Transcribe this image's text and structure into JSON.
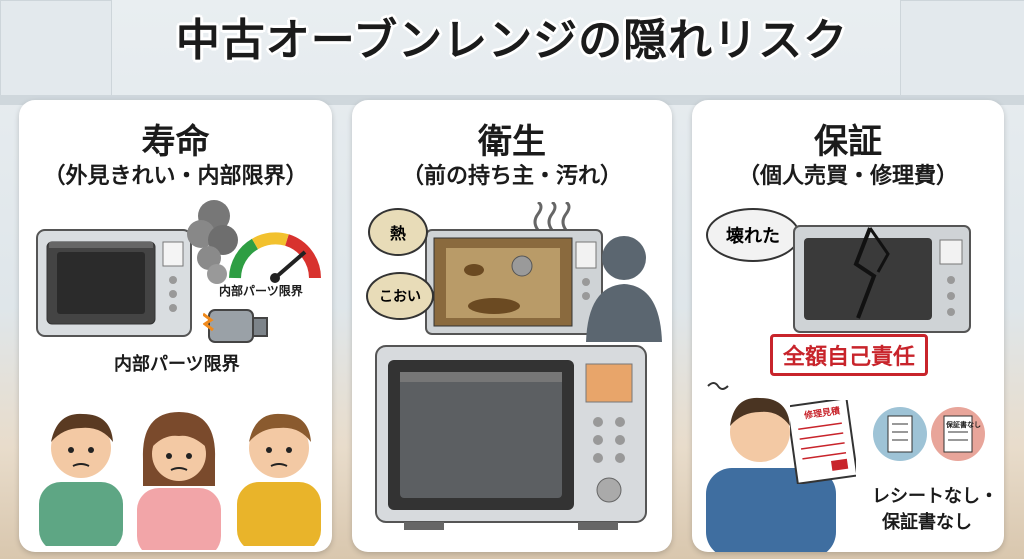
{
  "title": "中古オーブンレンジの隠れリスク",
  "cards": [
    {
      "heading": "寿命",
      "subheading": "（外見きれい・内部限界）",
      "gauge_label": "内部パーツ限界",
      "parts_label": "内部パーツ限界"
    },
    {
      "heading": "衛生",
      "subheading": "（前の持ち主・汚れ）",
      "bubble_1": "熱",
      "bubble_2": "こおい"
    },
    {
      "heading": "保証",
      "subheading": "（個人売買・修理費）",
      "bubble": "壊れた",
      "stamp": "全額自己責任",
      "estimate_label": "修理見積",
      "warranty_label": "保証書なし",
      "no_docs_line1": "レシートなし・",
      "no_docs_line2": "保証書なし"
    }
  ],
  "colors": {
    "card_bg": "#ffffff",
    "stamp_red": "#c8242b",
    "title_text": "#1b1b1b"
  }
}
